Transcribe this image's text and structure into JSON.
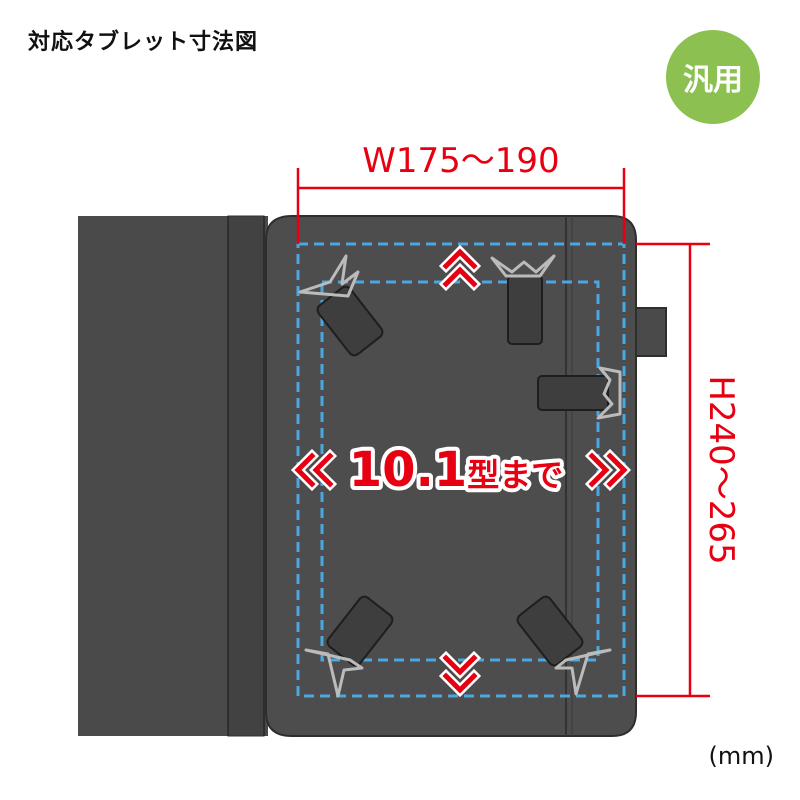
{
  "title": "対応タブレット寸法図",
  "badge": "汎用",
  "width_label": "W175〜190",
  "height_label": "H240〜265",
  "size_number": "10.1",
  "size_suffix": "型まで",
  "unit": "(mm)",
  "colors": {
    "dimension": "#e60012",
    "guide": "#4aa8e0",
    "case": "#4a4a4a",
    "badge": "#8cc152"
  }
}
